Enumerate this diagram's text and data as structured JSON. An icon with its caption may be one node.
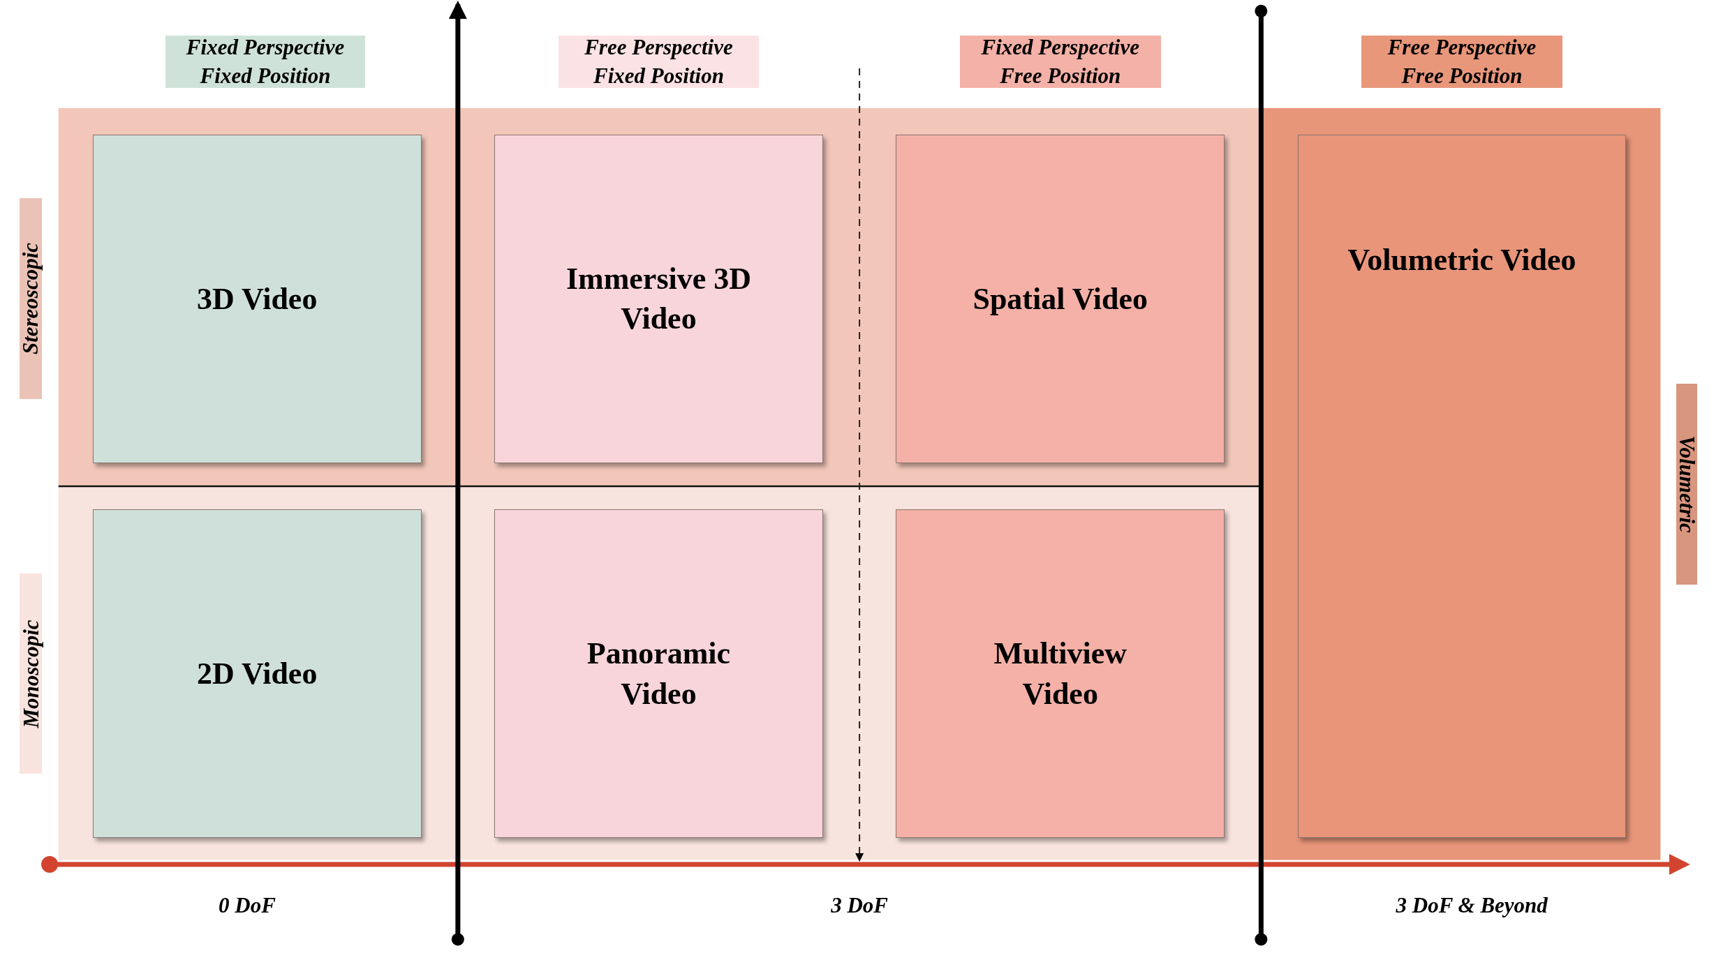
{
  "diagram": {
    "nodes": [
      {
        "text": [
          "Fixed Perspective Fixed Position"
        ]
      },
      {
        "text": [
          "Free Perspective Fixed Position"
        ]
      },
      {
        "text": [
          "Fixed Perspective Free Position"
        ]
      },
      {
        "text": [
          "Free Perspective Free Position"
        ]
      },
      {
        "text": [
          "Stereoscopic"
        ]
      },
      {
        "text": [
          "3D Video"
        ]
      },
      {
        "text": [
          "Immersive 3D Video"
        ]
      },
      {
        "text": [
          "Spatial Video"
        ]
      },
      {
        "text": [
          "Volumetric Video"
        ]
      },
      {
        "text": [
          "Volumetric"
        ]
      },
      {
        "text": [
          "Monoscopic"
        ]
      },
      {
        "text": [
          "2D Video"
        ]
      },
      {
        "text": [
          "Panoramic Video"
        ]
      },
      {
        "text": [
          "Multiview Video"
        ]
      }
    ],
    "edges": [],
    "labels": [
      "0 DoF",
      "3 DoF",
      "3 DoF & Beyond"
    ]
  }
}
